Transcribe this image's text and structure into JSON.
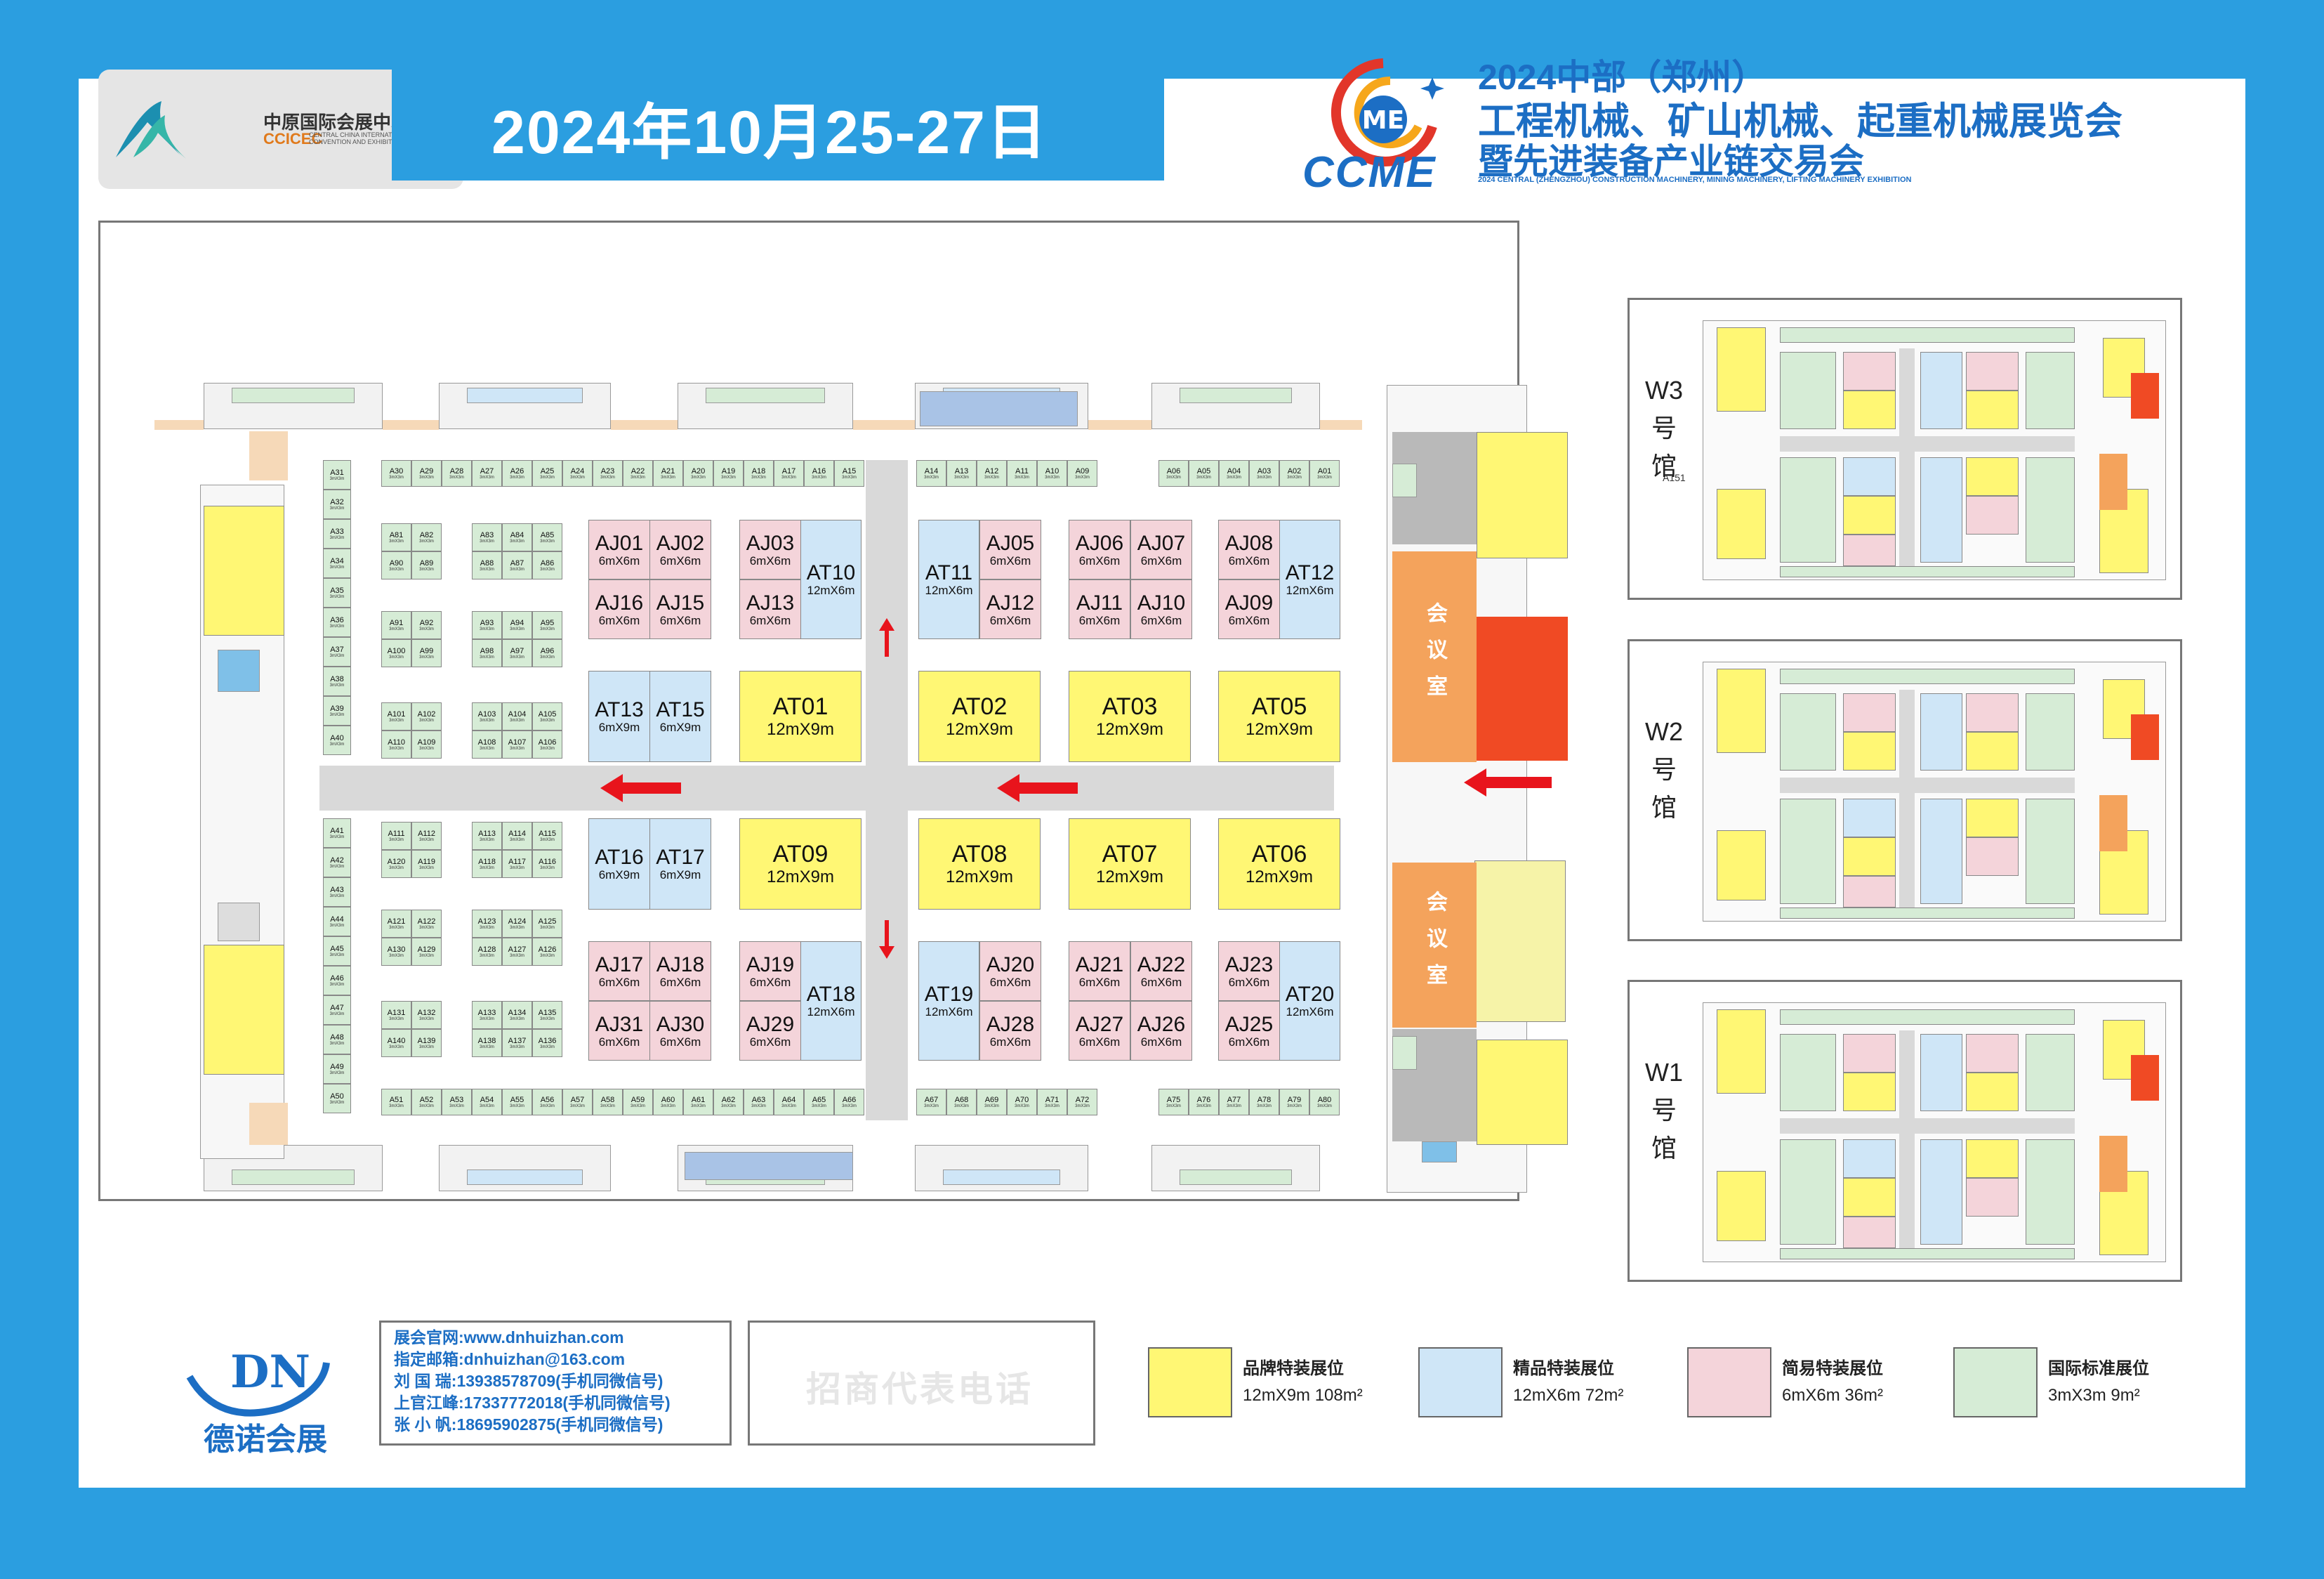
{
  "header": {
    "venue_name": "中原国际会展中心",
    "venue_abbr": "CCICEC",
    "venue_en": "CENTRAL CHINA INTERNATIONAL CONVENTION AND EXHIBITION CENTRE",
    "date": "2024年10月25-27日",
    "ccme_logo_text": "CCME",
    "title_line1": "2024中部（郑州）",
    "title_line2": "工程机械、矿山机械、起重机械展览会",
    "title_line3": "暨先进装备产业链交易会",
    "title_en": "2024 CENTRAL (ZHENGZHOU) CONSTRUCTION MACHINERY, MINING MACHINERY, LIFTING MACHINERY EXHIBITION"
  },
  "hall": {
    "meeting_room_top": "会议室",
    "meeting_room_bottom": "会议室",
    "big_booths": [
      {
        "id": "AT01",
        "size": "12mX9m"
      },
      {
        "id": "AT02",
        "size": "12mX9m"
      },
      {
        "id": "AT03",
        "size": "12mX9m"
      },
      {
        "id": "AT05",
        "size": "12mX9m"
      },
      {
        "id": "AT09",
        "size": "12mX9m"
      },
      {
        "id": "AT08",
        "size": "12mX9m"
      },
      {
        "id": "AT07",
        "size": "12mX9m"
      },
      {
        "id": "AT06",
        "size": "12mX9m"
      }
    ],
    "blue_booths": [
      {
        "id": "AT10",
        "size": "12mX6m"
      },
      {
        "id": "AT11",
        "size": "12mX6m"
      },
      {
        "id": "AT12",
        "size": "12mX6m"
      },
      {
        "id": "AT13",
        "size": "6mX9m"
      },
      {
        "id": "AT15",
        "size": "6mX9m"
      },
      {
        "id": "AT16",
        "size": "6mX9m"
      },
      {
        "id": "AT17",
        "size": "6mX9m"
      },
      {
        "id": "AT18",
        "size": "12mX6m"
      },
      {
        "id": "AT19",
        "size": "12mX6m"
      },
      {
        "id": "AT20",
        "size": "12mX6m"
      }
    ],
    "pink_booths": [
      {
        "id": "AJ01",
        "size": "6mX6m"
      },
      {
        "id": "AJ02",
        "size": "6mX6m"
      },
      {
        "id": "AJ16",
        "size": "6mX6m"
      },
      {
        "id": "AJ15",
        "size": "6mX6m"
      },
      {
        "id": "AJ03",
        "size": "6mX6m"
      },
      {
        "id": "AJ13",
        "size": "6mX6m"
      },
      {
        "id": "AJ05",
        "size": "6mX6m"
      },
      {
        "id": "AJ12",
        "size": "6mX6m"
      },
      {
        "id": "AJ06",
        "size": "6mX6m"
      },
      {
        "id": "AJ07",
        "size": "6mX6m"
      },
      {
        "id": "AJ11",
        "size": "6mX6m"
      },
      {
        "id": "AJ10",
        "size": "6mX6m"
      },
      {
        "id": "AJ08",
        "size": "6mX6m"
      },
      {
        "id": "AJ09",
        "size": "6mX6m"
      },
      {
        "id": "AJ17",
        "size": "6mX6m"
      },
      {
        "id": "AJ18",
        "size": "6mX6m"
      },
      {
        "id": "AJ31",
        "size": "6mX6m"
      },
      {
        "id": "AJ30",
        "size": "6mX6m"
      },
      {
        "id": "AJ19",
        "size": "6mX6m"
      },
      {
        "id": "AJ29",
        "size": "6mX6m"
      },
      {
        "id": "AJ20",
        "size": "6mX6m"
      },
      {
        "id": "AJ28",
        "size": "6mX6m"
      },
      {
        "id": "AJ21",
        "size": "6mX6m"
      },
      {
        "id": "AJ22",
        "size": "6mX6m"
      },
      {
        "id": "AJ27",
        "size": "6mX6m"
      },
      {
        "id": "AJ26",
        "size": "6mX6m"
      },
      {
        "id": "AJ23",
        "size": "6mX6m"
      },
      {
        "id": "AJ25",
        "size": "6mX6m"
      }
    ],
    "std_size": "3mX3m",
    "std_top_row_a": [
      "A30",
      "A29",
      "A28",
      "A27",
      "A26",
      "A25",
      "A24",
      "A23",
      "A22",
      "A21",
      "A20",
      "A19",
      "A18",
      "A17",
      "A16",
      "A15"
    ],
    "std_top_row_b": [
      "A14",
      "A13",
      "A12",
      "A11",
      "A10",
      "A09"
    ],
    "std_top_row_c": [
      "A06",
      "A05",
      "A04",
      "A03",
      "A02",
      "A01"
    ],
    "std_bottom_row_a": [
      "A51",
      "A52",
      "A53",
      "A54",
      "A55",
      "A56",
      "A57",
      "A58",
      "A59",
      "A60",
      "A61",
      "A62",
      "A63",
      "A64",
      "A65",
      "A66"
    ],
    "std_bottom_row_b": [
      "A67",
      "A68",
      "A69",
      "A70",
      "A71",
      "A72"
    ],
    "std_bottom_row_c": [
      "A75",
      "A76",
      "A77",
      "A78",
      "A79",
      "A80"
    ],
    "std_left_col_top": [
      "A31",
      "A32",
      "A33",
      "A34",
      "A35",
      "A36",
      "A37",
      "A38",
      "A39",
      "A40"
    ],
    "std_left_col_bottom": [
      "A41",
      "A42",
      "A43",
      "A44",
      "A45",
      "A46",
      "A47",
      "A48",
      "A49",
      "A50"
    ],
    "std_cluster": [
      [
        "A81",
        "A82"
      ],
      [
        "A90",
        "A89"
      ],
      [
        "A83",
        "A84",
        "A85"
      ],
      [
        "A88",
        "A87",
        "A86"
      ],
      [
        "A91",
        "A92"
      ],
      [
        "A100",
        "A99"
      ],
      [
        "A93",
        "A94",
        "A95"
      ],
      [
        "A98",
        "A97",
        "A96"
      ],
      [
        "A101",
        "A102"
      ],
      [
        "A110",
        "A109"
      ],
      [
        "A103",
        "A104",
        "A105"
      ],
      [
        "A108",
        "A107",
        "A106"
      ],
      [
        "A111",
        "A112"
      ],
      [
        "A120",
        "A119"
      ],
      [
        "A113",
        "A114",
        "A115"
      ],
      [
        "A118",
        "A117",
        "A116"
      ],
      [
        "A121",
        "A122"
      ],
      [
        "A130",
        "A129"
      ],
      [
        "A123",
        "A124",
        "A125"
      ],
      [
        "A128",
        "A127",
        "A126"
      ],
      [
        "A131",
        "A132"
      ],
      [
        "A140",
        "A139"
      ],
      [
        "A133",
        "A134",
        "A135"
      ],
      [
        "A138",
        "A137",
        "A136"
      ]
    ]
  },
  "mini_halls": [
    {
      "label1": "W3",
      "label2": "号",
      "label3": "馆",
      "tag": "A151"
    },
    {
      "label1": "W2",
      "label2": "号",
      "label3": "馆",
      "tag": ""
    },
    {
      "label1": "W1",
      "label2": "号",
      "label3": "馆",
      "tag": ""
    }
  ],
  "footer": {
    "org_logo_text": "DN",
    "org_name": "德诺会展",
    "contact_lines": [
      "展会官网:www.dnhuizhan.com",
      "指定邮箱:dnhuizhan@163.com",
      "刘 国 瑞:13938578709(手机同微信号)",
      "上官江峰:17337772018(手机同微信号)",
      "张 小 帆:18695902875(手机同微信号)"
    ],
    "rep_phone_label": "招商代表电话"
  },
  "legend": [
    {
      "name": "品牌特装展位",
      "size": "12mX9m  108m²",
      "color": "#fff774"
    },
    {
      "name": "精品特装展位",
      "size": "12mX6m  72m²",
      "color": "#cfe6f7"
    },
    {
      "name": "简易特装展位",
      "size": "6mX6m  36m²",
      "color": "#f4d4da"
    },
    {
      "name": "国际标准展位",
      "size": "3mX3m  9m²",
      "color": "#d6ecd6"
    }
  ]
}
